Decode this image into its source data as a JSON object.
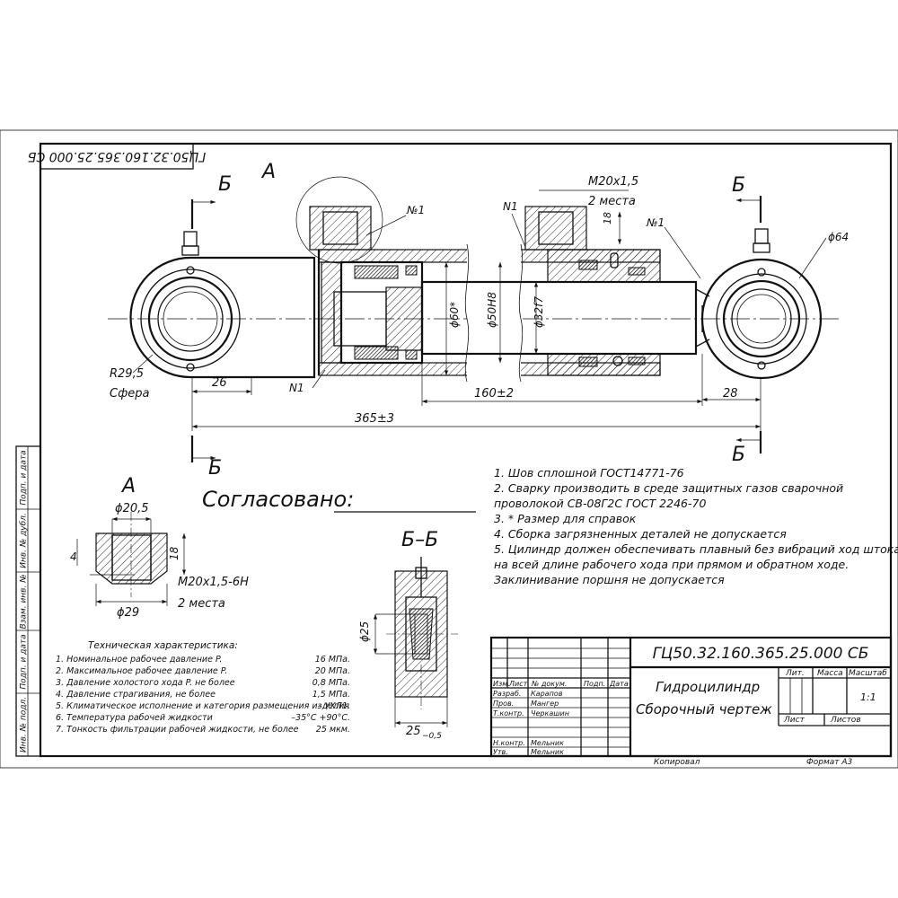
{
  "stamp_rotated": "ГЦ50.32.160.365.25.000 СБ",
  "section_letters": {
    "A": "А",
    "B": "Б"
  },
  "dims_main": {
    "thread": "M20x1,5",
    "places": "2 места",
    "n1": "№1",
    "N1": "N1",
    "d64": "ϕ64",
    "d18": "18",
    "r295": "R29,5",
    "sphere": "Сфера",
    "d26": "26",
    "d60": "ϕ60*",
    "d50": "ϕ50H8",
    "d32": "ϕ32f7",
    "d160": "160±2",
    "d28": "28",
    "d365": "365±3"
  },
  "detail_a": {
    "title": "А",
    "d205": "ϕ20,5",
    "d4": "4",
    "d18": "18",
    "thread": "M20x1,5-6H",
    "places": "2 места",
    "d29": "ϕ29"
  },
  "section_bb": {
    "title": "Б–Б",
    "d25": "ϕ25",
    "w25": "25",
    "tol": "−0,5"
  },
  "approved": "Согласовано:",
  "notes": [
    "1. Шов сплошной  ГОСТ14771-76",
    "2. Сварку  производить  в  среде  защитных  газов  сварочной",
    "проволокой СВ-08Г2С    ГОСТ 2246-70",
    "3.  * Размер для справок",
    "4.  Сборка загрязненных деталей не допускается",
    "5. Цилиндр должен обеспечивать плавный без вибраций ход штока",
    "на всей    длине рабочего хода при прямом и обратном ходе.",
    "Заклинивание поршня не допускается"
  ],
  "tech": {
    "title": "Техническая характеристика:",
    "rows": [
      {
        "label": "1. Номинальное рабочее давление   P.",
        "value": "16 МПа."
      },
      {
        "label": "2. Максимальное рабочее давление P.",
        "value": "20 МПа."
      },
      {
        "label": "3. Давление холостого хода P.       не более",
        "value": "0,8 МПа."
      },
      {
        "label": "4. Давление страгивания,                              не более",
        "value": "1,5 МПа."
      },
      {
        "label": "5. Климатическое исполнение и категория размещения изделия",
        "value": "– УХЛ1."
      },
      {
        "label": "6. Температура рабочей жидкости",
        "value": "–35°С +90°С."
      },
      {
        "label": "7. Тонкость фильтрации рабочей жидкости, не более",
        "value": "25 мкм."
      }
    ]
  },
  "title_block": {
    "designation": "ГЦ50.32.160.365.25.000 СБ",
    "name1": "Гидроцилиндр",
    "name2": "Сборочный чертеж",
    "lit": "Лит.",
    "mass": "Масса",
    "scale_h": "Масштаб",
    "scale": "1:1",
    "sheet": "Лист",
    "sheets": "Листов",
    "col_izm": "Изм.",
    "col_list": "Лист",
    "col_doc": "№ докум.",
    "col_sign": "Подп.",
    "col_date": "Дата",
    "role_razr": "Разраб.",
    "role_prov": "Пров.",
    "role_tk": "Т.контр.",
    "role_nk": "Н.контр.",
    "role_utv": "Утв.",
    "name_razr": "Карапов",
    "name_prov": "Мангер",
    "name_tk": "Черкашин",
    "name_nk": "Мельник",
    "name_utv": "Мельник",
    "copied": "Копировал",
    "format": "Формат     А3"
  },
  "side_stamp": [
    "Подп. и дата",
    "Инв. № дубл.",
    "Взам. инв. №",
    "Подп. и дата",
    "Инв. № подл."
  ]
}
